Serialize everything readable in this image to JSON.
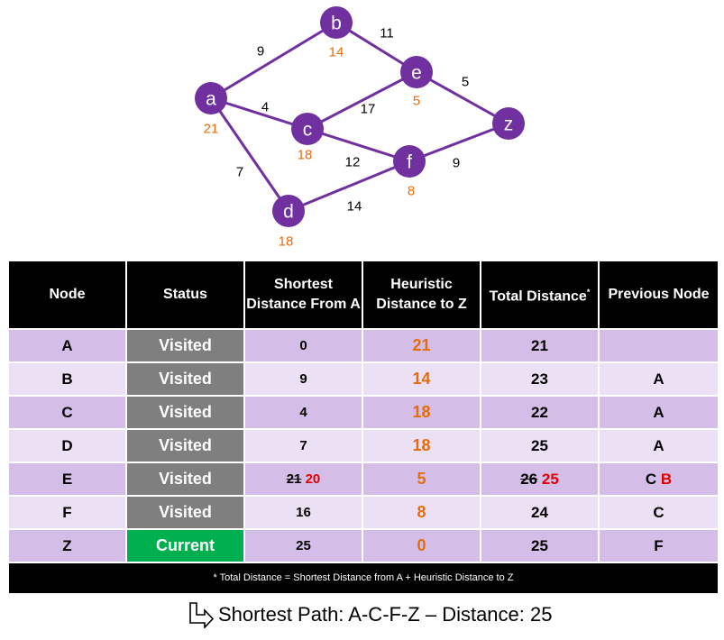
{
  "graph": {
    "nodes": [
      {
        "id": "a",
        "label": "a",
        "heuristic": "21"
      },
      {
        "id": "b",
        "label": "b",
        "heuristic": "14"
      },
      {
        "id": "c",
        "label": "c",
        "heuristic": "18"
      },
      {
        "id": "d",
        "label": "d",
        "heuristic": "18"
      },
      {
        "id": "e",
        "label": "e",
        "heuristic": "5"
      },
      {
        "id": "f",
        "label": "f",
        "heuristic": "8"
      },
      {
        "id": "z",
        "label": "z",
        "heuristic": ""
      }
    ],
    "edges": [
      {
        "from": "a",
        "to": "b",
        "weight": "9"
      },
      {
        "from": "a",
        "to": "c",
        "weight": "4"
      },
      {
        "from": "a",
        "to": "d",
        "weight": "7"
      },
      {
        "from": "b",
        "to": "e",
        "weight": "11"
      },
      {
        "from": "c",
        "to": "e",
        "weight": "17"
      },
      {
        "from": "c",
        "to": "f",
        "weight": "12"
      },
      {
        "from": "d",
        "to": "f",
        "weight": "14"
      },
      {
        "from": "e",
        "to": "z",
        "weight": "5"
      },
      {
        "from": "f",
        "to": "z",
        "weight": "9"
      }
    ],
    "colors": {
      "node": "#7030a0",
      "edge": "#7030a0",
      "heuristic": "#e46c0a",
      "weight": "#000000"
    }
  },
  "table": {
    "headers": {
      "node": "Node",
      "status": "Status",
      "shortest": "Shortest Distance From A",
      "heuristic": "Heuristic Distance to Z",
      "total": "Total Distance",
      "total_mark": "*",
      "previous": "Previous Node"
    },
    "rows": [
      {
        "node": "A",
        "status": "Visited",
        "shortest": "0",
        "heuristic": "21",
        "total": "21",
        "previous": ""
      },
      {
        "node": "B",
        "status": "Visited",
        "shortest": "9",
        "heuristic": "14",
        "total": "23",
        "previous": "A"
      },
      {
        "node": "C",
        "status": "Visited",
        "shortest": "4",
        "heuristic": "18",
        "total": "22",
        "previous": "A"
      },
      {
        "node": "D",
        "status": "Visited",
        "shortest": "7",
        "heuristic": "18",
        "total": "25",
        "previous": "A"
      },
      {
        "node": "E",
        "status": "Visited",
        "shortest_old": "21",
        "shortest": "20",
        "heuristic": "5",
        "total_old": "26",
        "total": "25",
        "previous_old": "C",
        "previous": "B"
      },
      {
        "node": "F",
        "status": "Visited",
        "shortest": "16",
        "heuristic": "8",
        "total": "24",
        "previous": "C"
      },
      {
        "node": "Z",
        "status": "Current",
        "shortest": "25",
        "heuristic": "0",
        "total": "25",
        "previous": "F"
      }
    ],
    "footnote": "* Total Distance = Shortest Distance from A  +  Heuristic Distance to Z",
    "colors": {
      "visited": "#7f7f7f",
      "current": "#00b050",
      "row_odd": "#d4bde6",
      "row_even": "#ebe0f4",
      "updated": "#e00000"
    }
  },
  "result": {
    "icon": "turn-right-arrow-icon",
    "text": "Shortest Path: A-C-F-Z – Distance: 25"
  }
}
